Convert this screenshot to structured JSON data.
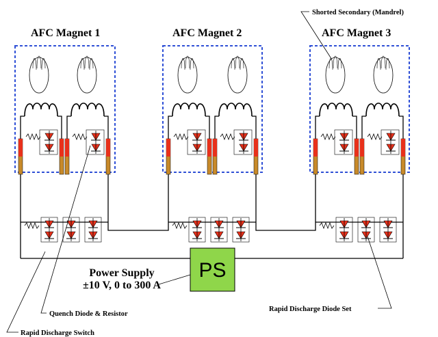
{
  "magnets": [
    {
      "title": "AFC Magnet 1"
    },
    {
      "title": "AFC Magnet 2"
    },
    {
      "title": "AFC Magnet 3"
    }
  ],
  "labels": {
    "shorted_secondary": "Shorted Secondary (Mandrel)",
    "power_supply_line1": "Power Supply",
    "power_supply_line2": "±10 V, 0 to 300 A",
    "ps": "PS",
    "quench_diode": "Quench Diode & Resistor",
    "rapid_discharge_diode": "Rapid Discharge Diode Set",
    "rapid_discharge_switch": "Rapid Discharge Switch"
  },
  "colors": {
    "dashed_box": "#2e4fd6",
    "ps_fill": "#8fd64a",
    "diode_red": "#e8311b",
    "bar_orange": "#c88a2a"
  }
}
